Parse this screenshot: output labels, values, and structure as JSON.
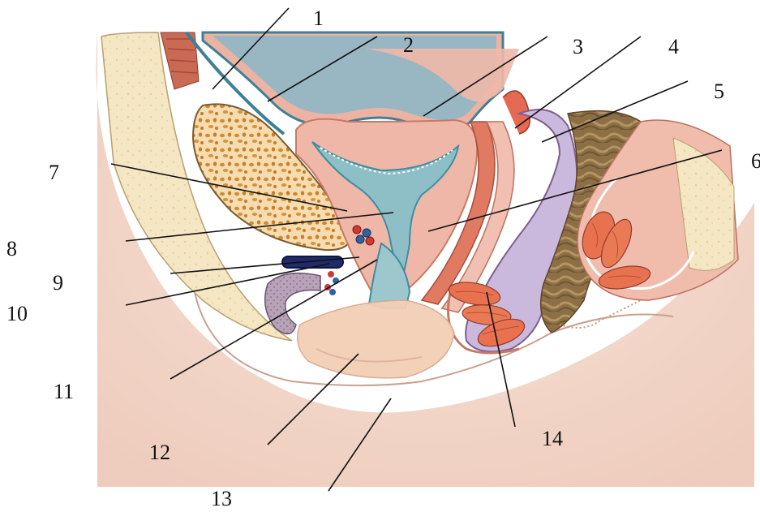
{
  "labels": [
    "1",
    "2",
    "3",
    "4",
    "5",
    "6",
    "7",
    "8",
    "9",
    "10",
    "11",
    "12",
    "13",
    "14"
  ],
  "colors": {
    "background": "#ffffff",
    "skin": "#f3d9cc",
    "bone": "#f3e2b8",
    "bone_dots": "#d79a3f",
    "mucosa_pink": "#e9a99a",
    "deep_red": "#d9654e",
    "lumen_blue": "#8fb8c6",
    "vessel_dark_blue": "#1f2a6b",
    "muscle_orange": "#e8724f",
    "rectal_wall_brown": "#9a7a4a",
    "leader_line": "#111111"
  }
}
